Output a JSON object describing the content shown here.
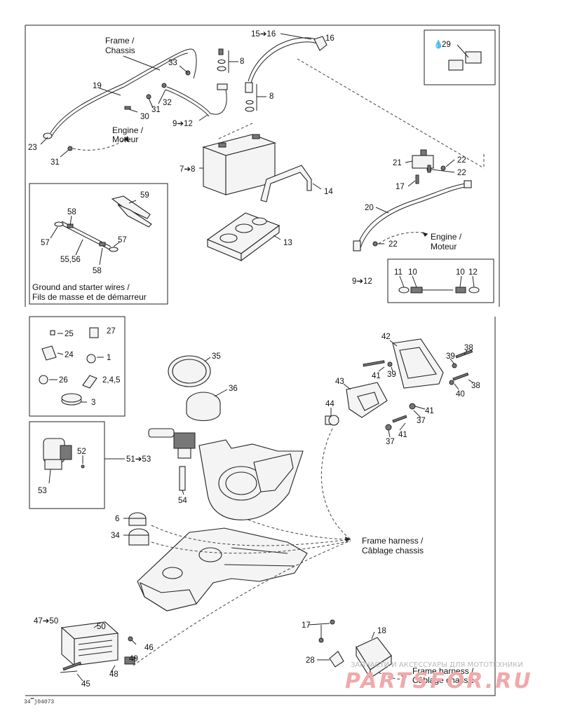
{
  "callouts": {
    "c1": "15➔16",
    "c2": "16",
    "c3": "8",
    "c4": "8",
    "c5": "33",
    "c6": "19",
    "c7": "32",
    "c8": "31",
    "c9": "30",
    "c10": "9➔12",
    "c11": "23",
    "c12": "31",
    "c13": "7➔8",
    "c14": "14",
    "c15": "13",
    "c16": "29",
    "c17": "21",
    "c18": "22",
    "c19": "22",
    "c20": "17",
    "c21": "20",
    "c22": "22",
    "c23": "59",
    "c24": "58",
    "c25": "57",
    "c26": "57",
    "c27": "55,56",
    "c28": "58",
    "c29": "9➔12",
    "c30": "11",
    "c31": "10",
    "c32": "10",
    "c33": "12",
    "d1": "25",
    "d2": "27",
    "d3": "24",
    "d4": "1",
    "d5": "26",
    "d6": "2,4,5",
    "d7": "3",
    "d8": "52",
    "d9": "51➔53",
    "d10": "53",
    "d11": "35",
    "d12": "36",
    "d13": "54",
    "d14": "6",
    "d15": "34",
    "d16": "42",
    "d17": "39",
    "d18": "38",
    "d19": "41",
    "d20": "39",
    "d21": "40",
    "d22": "38",
    "d23": "43",
    "d24": "44",
    "d25": "41",
    "d26": "37",
    "d27": "41",
    "d28": "37",
    "d29": "47➔50",
    "d30": "50",
    "d31": "46",
    "d32": "49",
    "d33": "48",
    "d34": "45",
    "d35": "17",
    "d36": "18",
    "d37": "28"
  },
  "texts": {
    "frame_chassis_1": "Frame /",
    "frame_chassis_2": "Chassis",
    "engine_1a": "Engine /",
    "engine_1b": "Moteur",
    "engine_2a": "Engine /",
    "engine_2b": "Moteur",
    "ground_1": "Ground and starter wires /",
    "ground_2": "Fils de masse et de démarreur",
    "harness_1a": "Frame harness /",
    "harness_1b": "Câblage chassis",
    "harness_2a": "Frame harness /",
    "harness_2b": "Câblage chassis",
    "drawing_code": "34▔j04073",
    "watermark_line": "ЗАПЧАСТИ И АКСЕССУАРЫ ДЛЯ МОТОТЕХНИКИ",
    "watermark_logo": "PARTSFOR.RU"
  },
  "colors": {
    "line": "#222222",
    "watermark": "#f0a9a9"
  }
}
